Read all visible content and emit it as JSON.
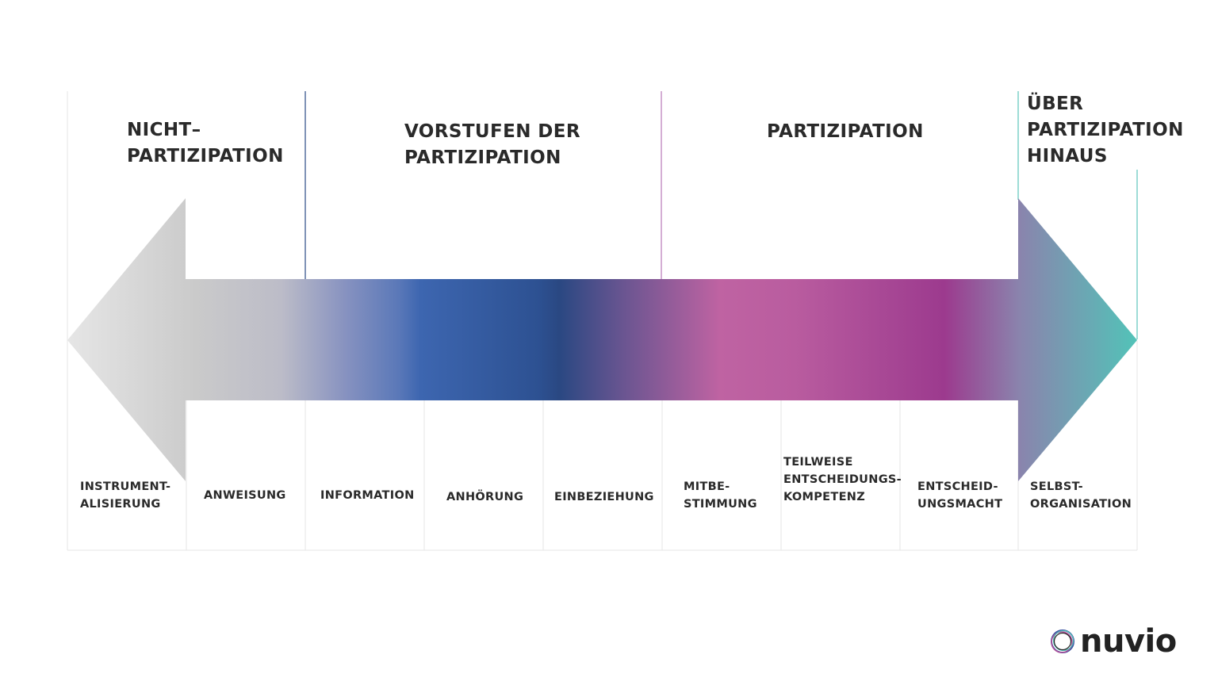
{
  "categories": [
    {
      "id": "nicht",
      "label": "NICHT–\nPARTIZIPATION"
    },
    {
      "id": "vorstufen",
      "label": "VORSTUFEN DER\nPARTIZIPATION"
    },
    {
      "id": "partizipation",
      "label": "PARTIZIPATION"
    },
    {
      "id": "ueber",
      "label": "ÜBER\nPARTIZIPATION\nHINAUS"
    }
  ],
  "stages": [
    "INSTRUMENT-\nALISIERUNG",
    "ANWEISUNG",
    "INFORMATION",
    "ANHÖRUNG",
    "EINBEZIEHUNG",
    "MITBE-\nSTIMMUNG",
    "TEILWEISE\nENTSCHEIDUNGS-\nKOMPETENZ",
    "ENTSCHEID-\nUNGSMACHT",
    "SELBST-\nORGANISATION"
  ],
  "colors": {
    "arrow_gradient": [
      "#e4e4e4",
      "#c5c5c5",
      "#8591bf",
      "#3a66b1",
      "#2b4a86",
      "#bd62a1",
      "#a0408e",
      "#9b3a8e",
      "#54c2b9"
    ],
    "divider_vorstufen": "#2b4a86",
    "divider_partizipation": "#b878b8",
    "divider_ueber": "#5cc4bb",
    "grid": "#e6e6e6"
  },
  "logo": {
    "text": "nuvio",
    "icon": "nuvio-ring-icon"
  }
}
